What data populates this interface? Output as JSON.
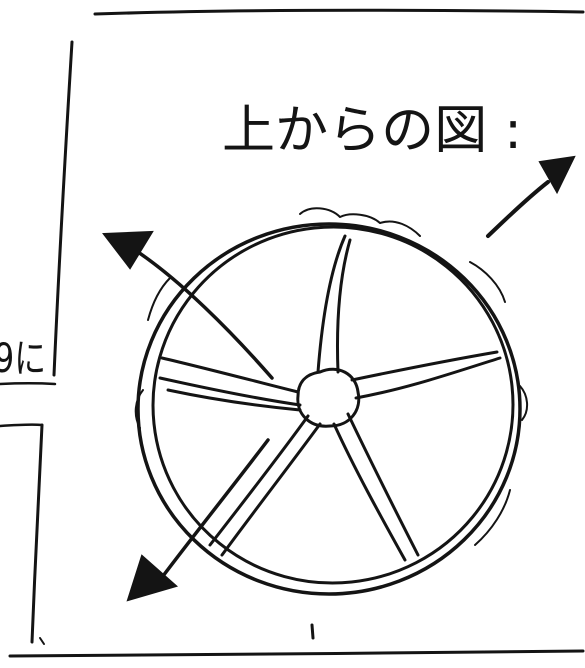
{
  "sketch": {
    "title_text": "上からの図 :",
    "left_edge_fragment": "9に",
    "ink_color": "#141414",
    "paper_color": "#ffffff",
    "features": {
      "wheel_spokes": 5,
      "arrows": [
        "upper-left",
        "upper-right",
        "lower-left"
      ]
    }
  }
}
